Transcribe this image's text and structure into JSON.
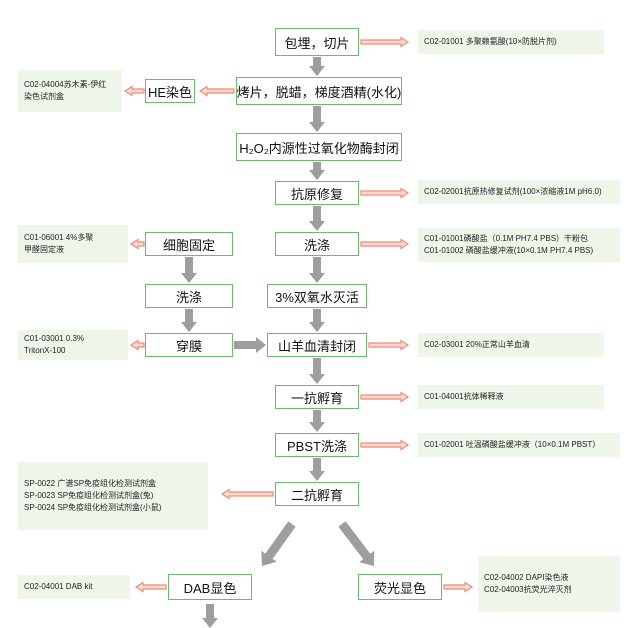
{
  "steps": {
    "embed": "包埋，切片",
    "bake": "烤片，脱蜡，梯度酒精(水化)",
    "he": "HE染色",
    "peroxidase": "H₂O₂内源性过氧化物酶封闭",
    "antigen": "抗原修复",
    "wash": "洗涤",
    "cell_fix": "细胞固定",
    "wash2": "洗涤",
    "h2o2": "3%双氧水灭活",
    "perm": "穿膜",
    "serum": "山羊血清封闭",
    "primary": "一抗孵育",
    "pbst": "PBST洗涤",
    "secondary": "二抗孵育",
    "dab": "DAB显色",
    "fluor": "荧光显色"
  },
  "notes": {
    "embed": [
      "C02-01001 多聚赖氨酸(10×防脱片剂)"
    ],
    "he": [
      "C02-04004苏木素-伊红",
      "染色试剂盒"
    ],
    "antigen": [
      "C02-02001抗原热修复试剂(100×浓缩液1M pH6.0)"
    ],
    "cell_fix": [
      "C01-06001 4%多聚",
      "甲醛固定液"
    ],
    "wash": [
      "C01-01001磷酸盐（0.1M PH7.4 PBS）干粉包",
      "C01-01002 磷酸盐缓冲液(10×0.1M PH7.4 PBS)"
    ],
    "perm": [
      "C01-03001 0.3%",
      "TritonX-100"
    ],
    "serum": [
      "C02-03001 20%正常山羊血清"
    ],
    "primary": [
      "C01-04001抗体稀释液"
    ],
    "pbst": [
      "C01-02001 吐温磷酸盐缓冲液（10×0.1M PBST）"
    ],
    "secondary": [
      "SP-0022 广谱SP免疫组化检测试剂盒",
      "SP-0023 SP免疫组化检测试剂盒(兔)",
      "SP-0024 SP免疫组化检测试剂盒(小鼠)"
    ],
    "dab": [
      "C02-04001 DAB kit"
    ],
    "fluor": [
      "C02-04002 DAPI染色液",
      "C02-04003抗荧光淬灭剂"
    ]
  },
  "colors": {
    "box_border": "#6fb86f",
    "note_bg": "#eef6e9",
    "gray_arrow": "#9e9e9e",
    "orange_arrow": "#ef8c78"
  }
}
